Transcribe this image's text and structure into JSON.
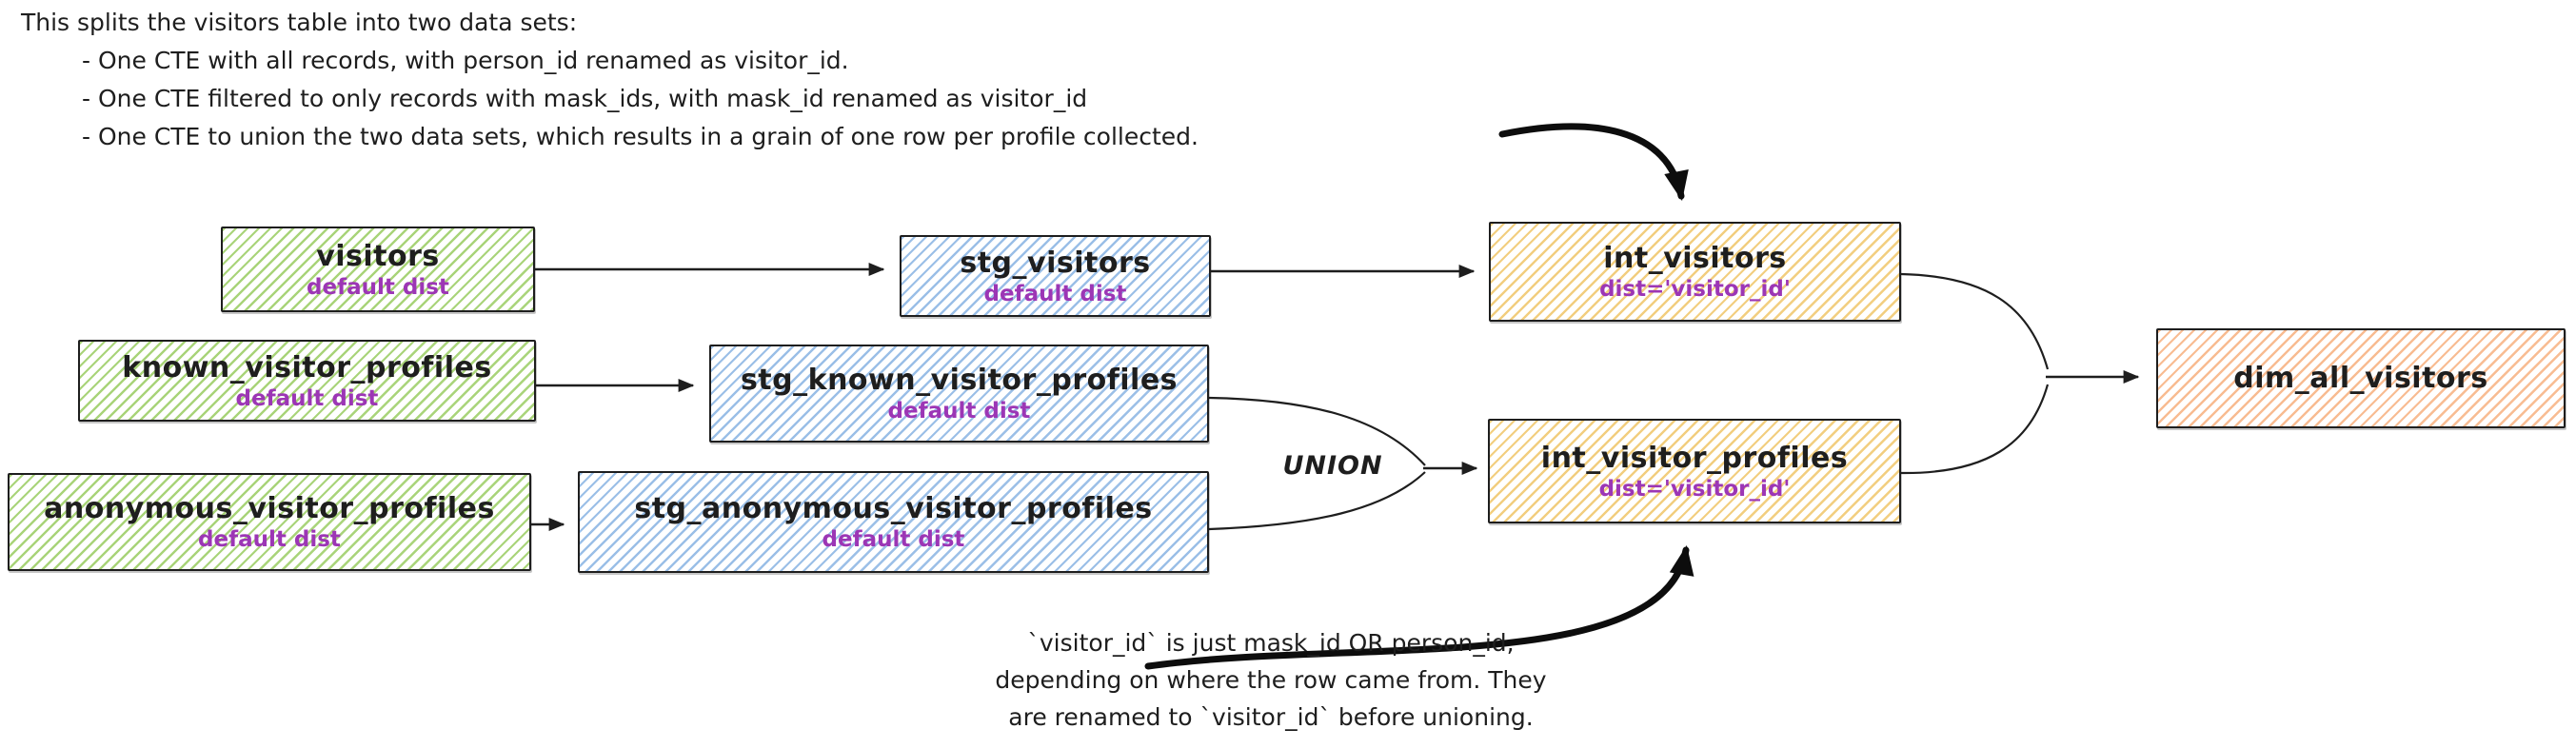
{
  "diagram": {
    "union_label": "UNION"
  },
  "annotations": {
    "top": {
      "intro": "This splits the visitors table into two data sets:",
      "bullets": [
        "- One CTE with all records, with person_id renamed as visitor_id.",
        "- One CTE filtered to only records with mask_ids, with mask_id renamed as visitor_id",
        "- One CTE to union the two data sets, which results in a grain of one row per profile collected."
      ]
    },
    "bottom": {
      "lines": [
        "`visitor_id` is just mask_id OR person_id,",
        "depending on where the row came from. They",
        "are renamed to `visitor_id` before unioning."
      ]
    }
  },
  "nodes": [
    {
      "id": "visitors",
      "title": "visitors",
      "subtitle": "default dist",
      "color": "green"
    },
    {
      "id": "known_visitor_profiles",
      "title": "known_visitor_profiles",
      "subtitle": "default dist",
      "color": "green"
    },
    {
      "id": "anonymous_visitor_profiles",
      "title": "anonymous_visitor_profiles",
      "subtitle": "default dist",
      "color": "green"
    },
    {
      "id": "stg_visitors",
      "title": "stg_visitors",
      "subtitle": "default dist",
      "color": "blue"
    },
    {
      "id": "stg_known_visitor_profiles",
      "title": "stg_known_visitor_profiles",
      "subtitle": "default dist",
      "color": "blue"
    },
    {
      "id": "stg_anonymous_visitor_profiles",
      "title": "stg_anonymous_visitor_profiles",
      "subtitle": "default dist",
      "color": "blue"
    },
    {
      "id": "int_visitors",
      "title": "int_visitors",
      "subtitle": "dist='visitor_id'",
      "color": "yellow"
    },
    {
      "id": "int_visitor_profiles",
      "title": "int_visitor_profiles",
      "subtitle": "dist='visitor_id'",
      "color": "yellow"
    },
    {
      "id": "dim_all_visitors",
      "title": "dim_all_visitors",
      "subtitle": "",
      "color": "orange"
    }
  ],
  "colors": {
    "node_border": "#1e1e1e",
    "text": "#1e1e1e",
    "subtitle_purple": "#9c36b5",
    "green_hatch": "#9acd62",
    "blue_hatch": "#82afe1",
    "yellow_hatch": "#f0c669",
    "orange_hatch": "#f6a66e",
    "arrow": "#1e1e1e",
    "annotation_arrow": "#0d0d0d"
  }
}
